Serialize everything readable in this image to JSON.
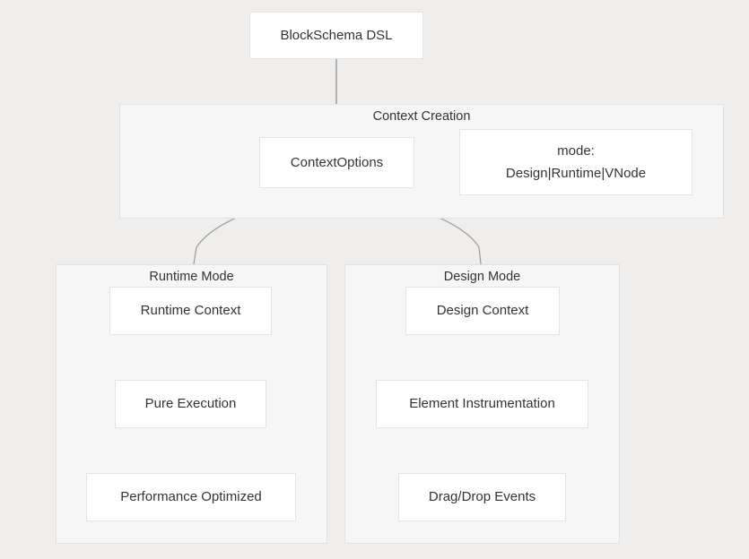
{
  "diagram": {
    "type": "flowchart",
    "direction": "top-down",
    "theme": {
      "page_background": "#efeeec",
      "subgraph_background": "#f6f6f6",
      "subgraph_border": "#e2e2e2",
      "node_background": "#ffffff",
      "node_border": "#e4e4e4",
      "text_color": "#333333",
      "edge_color": "#999999"
    },
    "root_node": {
      "id": "blockschema-dsl",
      "label": "BlockSchema DSL"
    },
    "subgraphs": [
      {
        "id": "context-creation",
        "label": "Context Creation",
        "nodes": [
          {
            "id": "context-options",
            "label": "ContextOptions"
          },
          {
            "id": "mode",
            "label_line1": "mode:",
            "label_line2": "Design|Runtime|VNode"
          }
        ]
      },
      {
        "id": "runtime-mode",
        "label": "Runtime Mode",
        "nodes": [
          {
            "id": "runtime-context",
            "label": "Runtime Context"
          },
          {
            "id": "pure-execution",
            "label": "Pure Execution"
          },
          {
            "id": "performance-optimized",
            "label": "Performance Optimized"
          }
        ]
      },
      {
        "id": "design-mode",
        "label": "Design Mode",
        "nodes": [
          {
            "id": "design-context",
            "label": "Design Context"
          },
          {
            "id": "element-instrumentation",
            "label": "Element Instrumentation"
          },
          {
            "id": "drag-drop-events",
            "label": "Drag/Drop Events"
          }
        ]
      }
    ],
    "edges": [
      {
        "from": "blockschema-dsl",
        "to": "context-options",
        "style": "straight-arrow"
      },
      {
        "from": "context-options",
        "to": "runtime-context",
        "style": "curved-arrow"
      },
      {
        "from": "context-options",
        "to": "design-context",
        "style": "curved-arrow"
      },
      {
        "from": "runtime-context",
        "to": "pure-execution",
        "style": "straight-arrow"
      },
      {
        "from": "pure-execution",
        "to": "performance-optimized",
        "style": "straight-arrow"
      },
      {
        "from": "design-context",
        "to": "element-instrumentation",
        "style": "straight-arrow"
      },
      {
        "from": "element-instrumentation",
        "to": "drag-drop-events",
        "style": "straight-arrow"
      }
    ]
  }
}
